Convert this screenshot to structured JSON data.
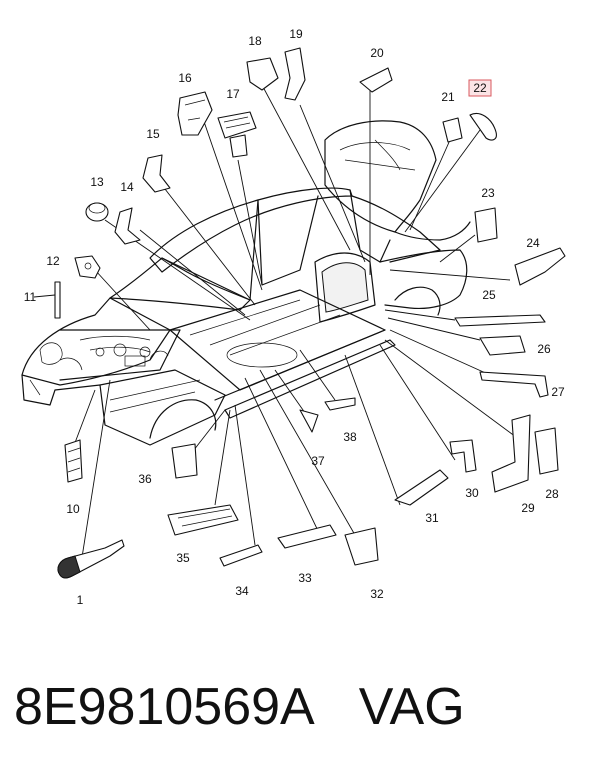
{
  "diagram": {
    "highlighted_callout": "22",
    "callouts": [
      "1",
      "10",
      "11",
      "12",
      "13",
      "14",
      "15",
      "16",
      "17",
      "18",
      "19",
      "20",
      "21",
      "22",
      "23",
      "24",
      "25",
      "26",
      "27",
      "28",
      "29",
      "30",
      "31",
      "32",
      "33",
      "34",
      "35",
      "36",
      "37",
      "38"
    ]
  },
  "footer": {
    "part_number": "8E9810569A",
    "brand": "VAG"
  },
  "colors": {
    "highlight_fill": "#fbe4e6",
    "highlight_stroke": "#d8595f",
    "ink": "#111111"
  }
}
